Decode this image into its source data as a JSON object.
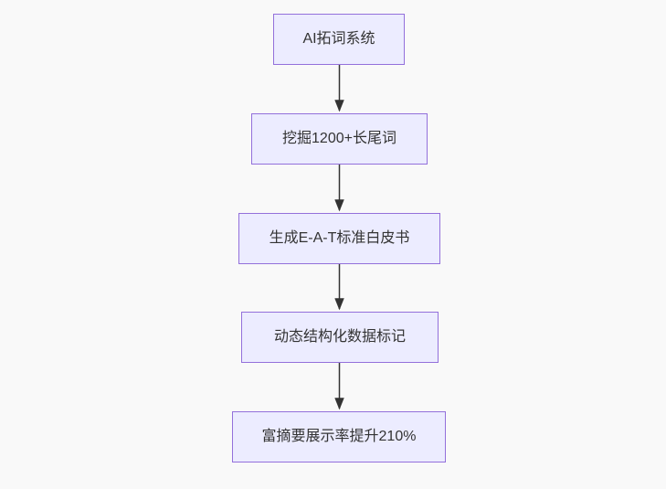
{
  "diagram": {
    "type": "flowchart-top-down",
    "colors": {
      "background": "#f9f9f9",
      "node_fill": "#ECECFF",
      "node_border": "#9370DB",
      "node_text": "#333333",
      "arrow": "#333333"
    },
    "nodes": [
      {
        "id": "A",
        "label": "AI拓词系统"
      },
      {
        "id": "B",
        "label": "挖掘1200+长尾词"
      },
      {
        "id": "C",
        "label": "生成E-A-T标准白皮书"
      },
      {
        "id": "D",
        "label": "动态结构化数据标记"
      },
      {
        "id": "E",
        "label": "富摘要展示率提升210%"
      }
    ],
    "edges": [
      {
        "from": "AI拓词系统",
        "to": "挖掘1200+长尾词"
      },
      {
        "from": "挖掘1200+长尾词",
        "to": "生成E-A-T标准白皮书"
      },
      {
        "from": "生成E-A-T标准白皮书",
        "to": "动态结构化数据标记"
      },
      {
        "from": "动态结构化数据标记",
        "to": "富摘要展示率提升210%"
      }
    ]
  }
}
